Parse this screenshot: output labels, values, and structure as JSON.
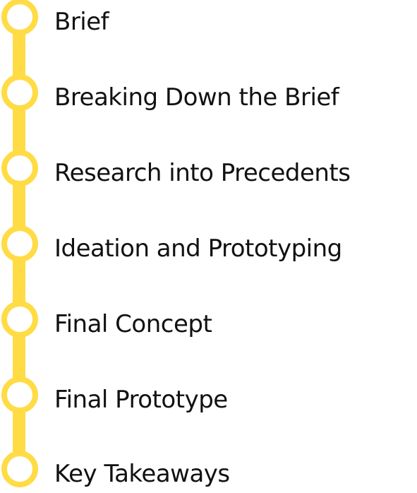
{
  "colors": {
    "accent": "#FFDC45",
    "text": "#111111",
    "background": "#FFFFFF"
  },
  "timeline": {
    "steps": [
      {
        "label": "Brief"
      },
      {
        "label": "Breaking Down the Brief"
      },
      {
        "label": "Research into Precedents"
      },
      {
        "label": "Ideation and Prototyping"
      },
      {
        "label": "Final Concept"
      },
      {
        "label": "Final Prototype"
      },
      {
        "label": "Key Takeaways"
      }
    ]
  }
}
